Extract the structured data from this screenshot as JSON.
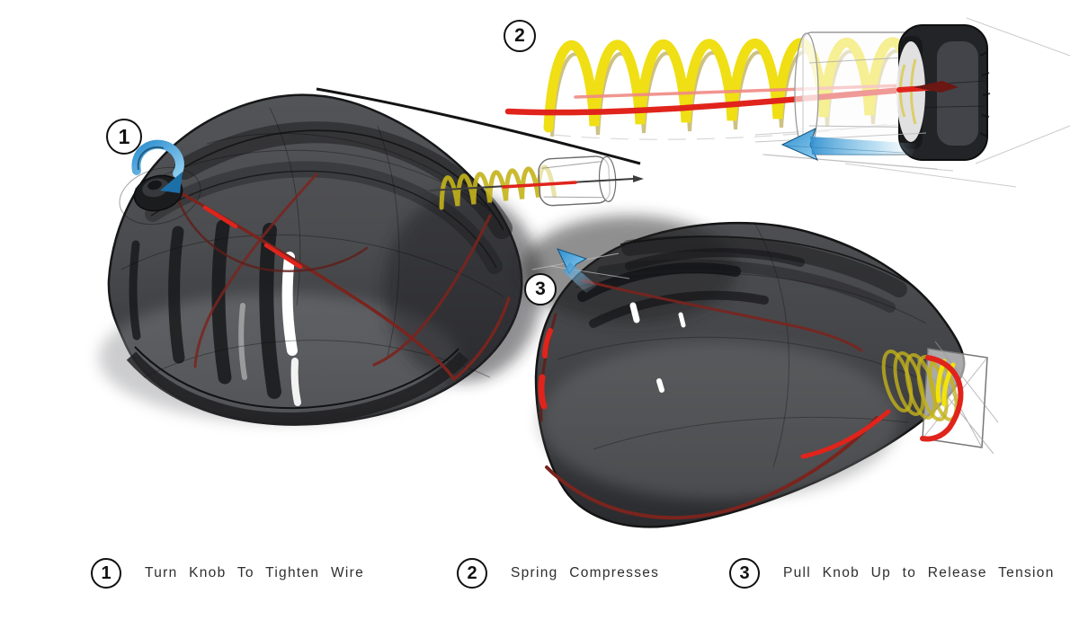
{
  "legend": {
    "items": [
      {
        "number": "1",
        "label": "Turn Knob To Tighten Wire"
      },
      {
        "number": "2",
        "label": "Spring Compresses"
      },
      {
        "number": "3",
        "label": "Pull Knob Up to Release Tension"
      }
    ]
  },
  "colors": {
    "wire_red": "#e0241c",
    "wire_light_red": "#f08a84",
    "wire_dark_red": "#7a241e",
    "spring_yellow": "#efdf14",
    "spring_olive": "#c3b21a",
    "arrow_blue": "#2f8fd0",
    "helmet_shell": "#4a4b4e",
    "outline": "#161718",
    "background": "#ffffff"
  }
}
